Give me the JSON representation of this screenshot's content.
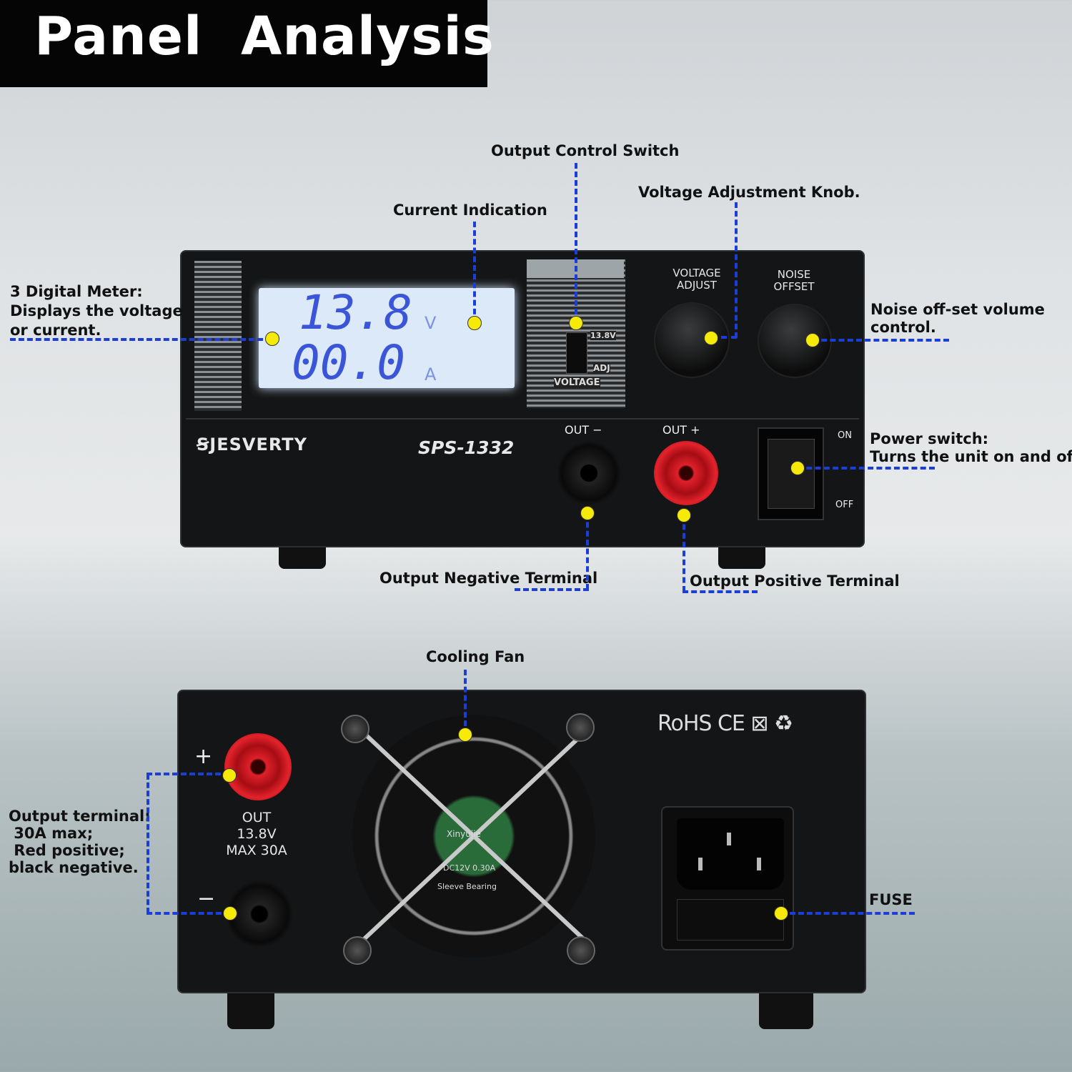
{
  "title": "Panel  Analysis",
  "front": {
    "display": {
      "voltage": "13.8",
      "voltage_unit": "V",
      "current": "00.0",
      "current_unit": "A"
    },
    "switch": {
      "top": "13.8V",
      "bottom": "ADJ",
      "name": "VOLTAGE"
    },
    "knob_voltage_label": "VOLTAGE\nADJUST",
    "knob_noise_label": "NOISE\nOFFSET",
    "brand": "JESVERTY",
    "model": "SPS-1332",
    "out_neg": "OUT −",
    "out_pos": "OUT +",
    "power_on": "ON",
    "power_off": "OFF"
  },
  "back": {
    "plus": "+",
    "minus": "−",
    "out_text": "OUT\n13.8V\nMAX 30A",
    "certs": "RoHS CE ⊠ ♻",
    "fan_label": {
      "maker": "Xinyujie",
      "bearing": "Sleeve Bearing",
      "rating": "DC12V 0.30A"
    }
  },
  "annotations": {
    "output_control_switch": "Output Control Switch",
    "voltage_adjustment_knob": "Voltage Adjustment Knob.",
    "current_indication": "Current Indication",
    "digital_meter": "3 Digital Meter:\nDisplays the voltage\nor current.",
    "noise_offset": "Noise off-set volume\ncontrol.",
    "power_switch": "Power switch:\nTurns the unit on and off.",
    "output_negative": "Output Negative Terminal",
    "output_positive": "Output Positive Terminal",
    "cooling_fan": "Cooling Fan",
    "output_terminal": "Output terminal:\n 30A max;\n Red positive;\nblack negative.",
    "fuse": "FUSE"
  },
  "colors": {
    "line": "#1b3fd6",
    "dot": "#f6ea08",
    "lcd_text": "#3a55d8",
    "lcd_bg": "#dbe9f8",
    "red_terminal": "#d0121c"
  }
}
